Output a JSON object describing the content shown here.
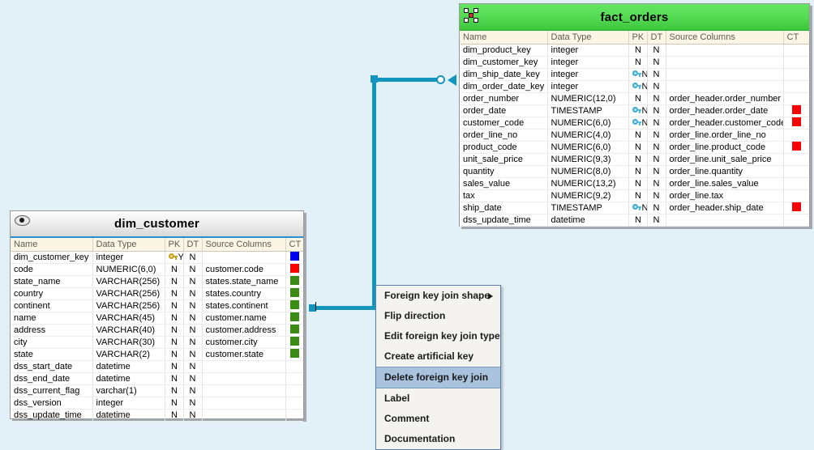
{
  "canvas": {
    "background": "#e2f0f7"
  },
  "connector": {
    "color": "#1495bd",
    "start_handle": "square-handle",
    "corner_handle": "square-handle",
    "end_marker": "circle-and-arrow"
  },
  "entities": [
    {
      "name": "fact_orders",
      "icon": "fact-table-icon",
      "title_color": "#4fd94e",
      "headers": [
        "Name",
        "Data Type",
        "PK",
        "DT",
        "Source Columns",
        "CT"
      ],
      "rows": [
        {
          "name": "dim_product_key",
          "type": "integer",
          "pk": "",
          "pk_flag": "N",
          "dt": "N",
          "source": "",
          "ct": ""
        },
        {
          "name": "dim_customer_key",
          "type": "integer",
          "pk": "",
          "pk_flag": "N",
          "dt": "N",
          "source": "",
          "ct": ""
        },
        {
          "name": "dim_ship_date_key",
          "type": "integer",
          "pk": "key-cyan",
          "pk_flag": "N",
          "dt": "N",
          "source": "",
          "ct": ""
        },
        {
          "name": "dim_order_date_key",
          "type": "integer",
          "pk": "key-cyan",
          "pk_flag": "N",
          "dt": "N",
          "source": "",
          "ct": ""
        },
        {
          "name": "order_number",
          "type": "NUMERIC(12,0)",
          "pk": "",
          "pk_flag": "N",
          "dt": "N",
          "source": "order_header.order_number",
          "ct": ""
        },
        {
          "name": "order_date",
          "type": "TIMESTAMP",
          "pk": "key-cyan",
          "pk_flag": "N",
          "dt": "N",
          "source": "order_header.order_date",
          "ct": "#fa0000"
        },
        {
          "name": "customer_code",
          "type": "NUMERIC(6,0)",
          "pk": "key-cyan",
          "pk_flag": "N",
          "dt": "N",
          "source": "order_header.customer_code",
          "ct": "#fa0000"
        },
        {
          "name": "order_line_no",
          "type": "NUMERIC(4,0)",
          "pk": "",
          "pk_flag": "N",
          "dt": "N",
          "source": "order_line.order_line_no",
          "ct": ""
        },
        {
          "name": "product_code",
          "type": "NUMERIC(6,0)",
          "pk": "",
          "pk_flag": "N",
          "dt": "N",
          "source": "order_line.product_code",
          "ct": "#fa0000"
        },
        {
          "name": "unit_sale_price",
          "type": "NUMERIC(9,3)",
          "pk": "",
          "pk_flag": "N",
          "dt": "N",
          "source": "order_line.unit_sale_price",
          "ct": ""
        },
        {
          "name": "quantity",
          "type": "NUMERIC(8,0)",
          "pk": "",
          "pk_flag": "N",
          "dt": "N",
          "source": "order_line.quantity",
          "ct": ""
        },
        {
          "name": "sales_value",
          "type": "NUMERIC(13,2)",
          "pk": "",
          "pk_flag": "N",
          "dt": "N",
          "source": "order_line.sales_value",
          "ct": ""
        },
        {
          "name": "tax",
          "type": "NUMERIC(9,2)",
          "pk": "",
          "pk_flag": "N",
          "dt": "N",
          "source": "order_line.tax",
          "ct": ""
        },
        {
          "name": "ship_date",
          "type": "TIMESTAMP",
          "pk": "key-cyan",
          "pk_flag": "N",
          "dt": "N",
          "source": "order_header.ship_date",
          "ct": "#fa0000"
        },
        {
          "name": "dss_update_time",
          "type": "datetime",
          "pk": "",
          "pk_flag": "N",
          "dt": "N",
          "source": "",
          "ct": ""
        }
      ]
    },
    {
      "name": "dim_customer",
      "icon": "eye-icon",
      "title_color": "#eeeeee",
      "headers": [
        "Name",
        "Data Type",
        "PK",
        "DT",
        "Source Columns",
        "CT"
      ],
      "rows": [
        {
          "name": "dim_customer_key",
          "type": "integer",
          "pk": "key-gold",
          "pk_flag": "Y",
          "dt": "N",
          "source": "",
          "ct": "#0000f0"
        },
        {
          "name": "code",
          "type": "NUMERIC(6,0)",
          "pk": "",
          "pk_flag": "N",
          "dt": "N",
          "source": "customer.code",
          "ct": "#fa0000"
        },
        {
          "name": "state_name",
          "type": "VARCHAR(256)",
          "pk": "",
          "pk_flag": "N",
          "dt": "N",
          "source": "states.state_name",
          "ct": "#3b8c14"
        },
        {
          "name": "country",
          "type": "VARCHAR(256)",
          "pk": "",
          "pk_flag": "N",
          "dt": "N",
          "source": "states.country",
          "ct": "#3b8c14"
        },
        {
          "name": "continent",
          "type": "VARCHAR(256)",
          "pk": "",
          "pk_flag": "N",
          "dt": "N",
          "source": "states.continent",
          "ct": "#3b8c14"
        },
        {
          "name": "name",
          "type": "VARCHAR(45)",
          "pk": "",
          "pk_flag": "N",
          "dt": "N",
          "source": "customer.name",
          "ct": "#3b8c14"
        },
        {
          "name": "address",
          "type": "VARCHAR(40)",
          "pk": "",
          "pk_flag": "N",
          "dt": "N",
          "source": "customer.address",
          "ct": "#3b8c14"
        },
        {
          "name": "city",
          "type": "VARCHAR(30)",
          "pk": "",
          "pk_flag": "N",
          "dt": "N",
          "source": "customer.city",
          "ct": "#3b8c14"
        },
        {
          "name": "state",
          "type": "VARCHAR(2)",
          "pk": "",
          "pk_flag": "N",
          "dt": "N",
          "source": "customer.state",
          "ct": "#3b8c14"
        },
        {
          "name": "dss_start_date",
          "type": "datetime",
          "pk": "",
          "pk_flag": "N",
          "dt": "N",
          "source": "",
          "ct": ""
        },
        {
          "name": "dss_end_date",
          "type": "datetime",
          "pk": "",
          "pk_flag": "N",
          "dt": "N",
          "source": "",
          "ct": ""
        },
        {
          "name": "dss_current_flag",
          "type": "varchar(1)",
          "pk": "",
          "pk_flag": "N",
          "dt": "N",
          "source": "",
          "ct": ""
        },
        {
          "name": "dss_version",
          "type": "integer",
          "pk": "",
          "pk_flag": "N",
          "dt": "N",
          "source": "",
          "ct": ""
        },
        {
          "name": "dss_update_time",
          "type": "datetime",
          "pk": "",
          "pk_flag": "N",
          "dt": "N",
          "source": "",
          "ct": ""
        }
      ]
    }
  ],
  "context_menu": {
    "items": [
      {
        "label": "Foreign key join shape",
        "submenu": true,
        "selected": false,
        "separator_above": false
      },
      {
        "label": "Flip direction",
        "submenu": false,
        "selected": false,
        "separator_above": false
      },
      {
        "label": "Edit foreign key join type",
        "submenu": false,
        "selected": false,
        "separator_above": false
      },
      {
        "label": "Create artificial key",
        "submenu": false,
        "selected": false,
        "separator_above": false
      },
      {
        "label": "Delete foreign key join",
        "submenu": false,
        "selected": true,
        "separator_above": false
      },
      {
        "label": "Label",
        "submenu": false,
        "selected": false,
        "separator_above": false
      },
      {
        "label": "Comment",
        "submenu": false,
        "selected": false,
        "separator_above": false
      },
      {
        "label": "Documentation",
        "submenu": false,
        "selected": false,
        "separator_above": false
      }
    ]
  }
}
